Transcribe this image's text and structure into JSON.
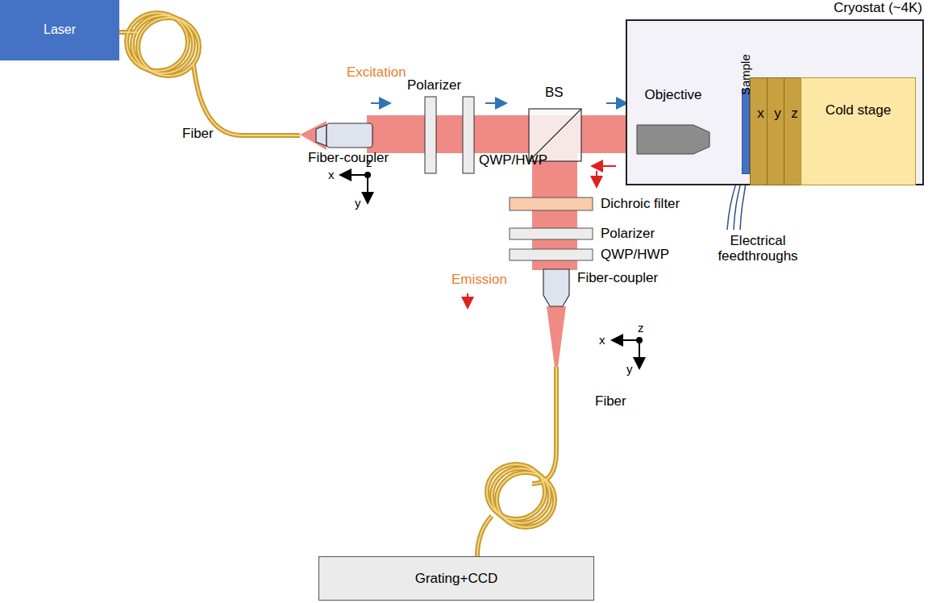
{
  "diagram": {
    "nodes": [
      {
        "text": [
          "Laser"
        ]
      },
      {
        "text": [
          "Cryostat (~4K)"
        ]
      },
      {
        "text": [
          "Objective"
        ],
        "in": 1
      },
      {
        "text": [
          "Sample"
        ],
        "in": 1
      },
      {
        "text": [
          "x"
        ],
        "in": 1
      },
      {
        "text": [
          "y"
        ],
        "in": 1
      },
      {
        "text": [
          "z"
        ],
        "in": 1
      },
      {
        "text": [
          "Cold stage"
        ],
        "in": 1
      },
      {
        "text": [
          "Grating+CCD"
        ]
      }
    ],
    "labels": [
      "Excitation",
      "Fiber",
      "Fiber-coupler",
      "x",
      "z",
      "y",
      "Polarizer",
      "QWP/HWP",
      "BS",
      "Dichroic filter",
      "Polarizer",
      "QWP/HWP",
      "Emission",
      "Fiber-coupler",
      "x",
      "z",
      "y",
      "Fiber",
      "Electrical feedthroughs"
    ]
  }
}
